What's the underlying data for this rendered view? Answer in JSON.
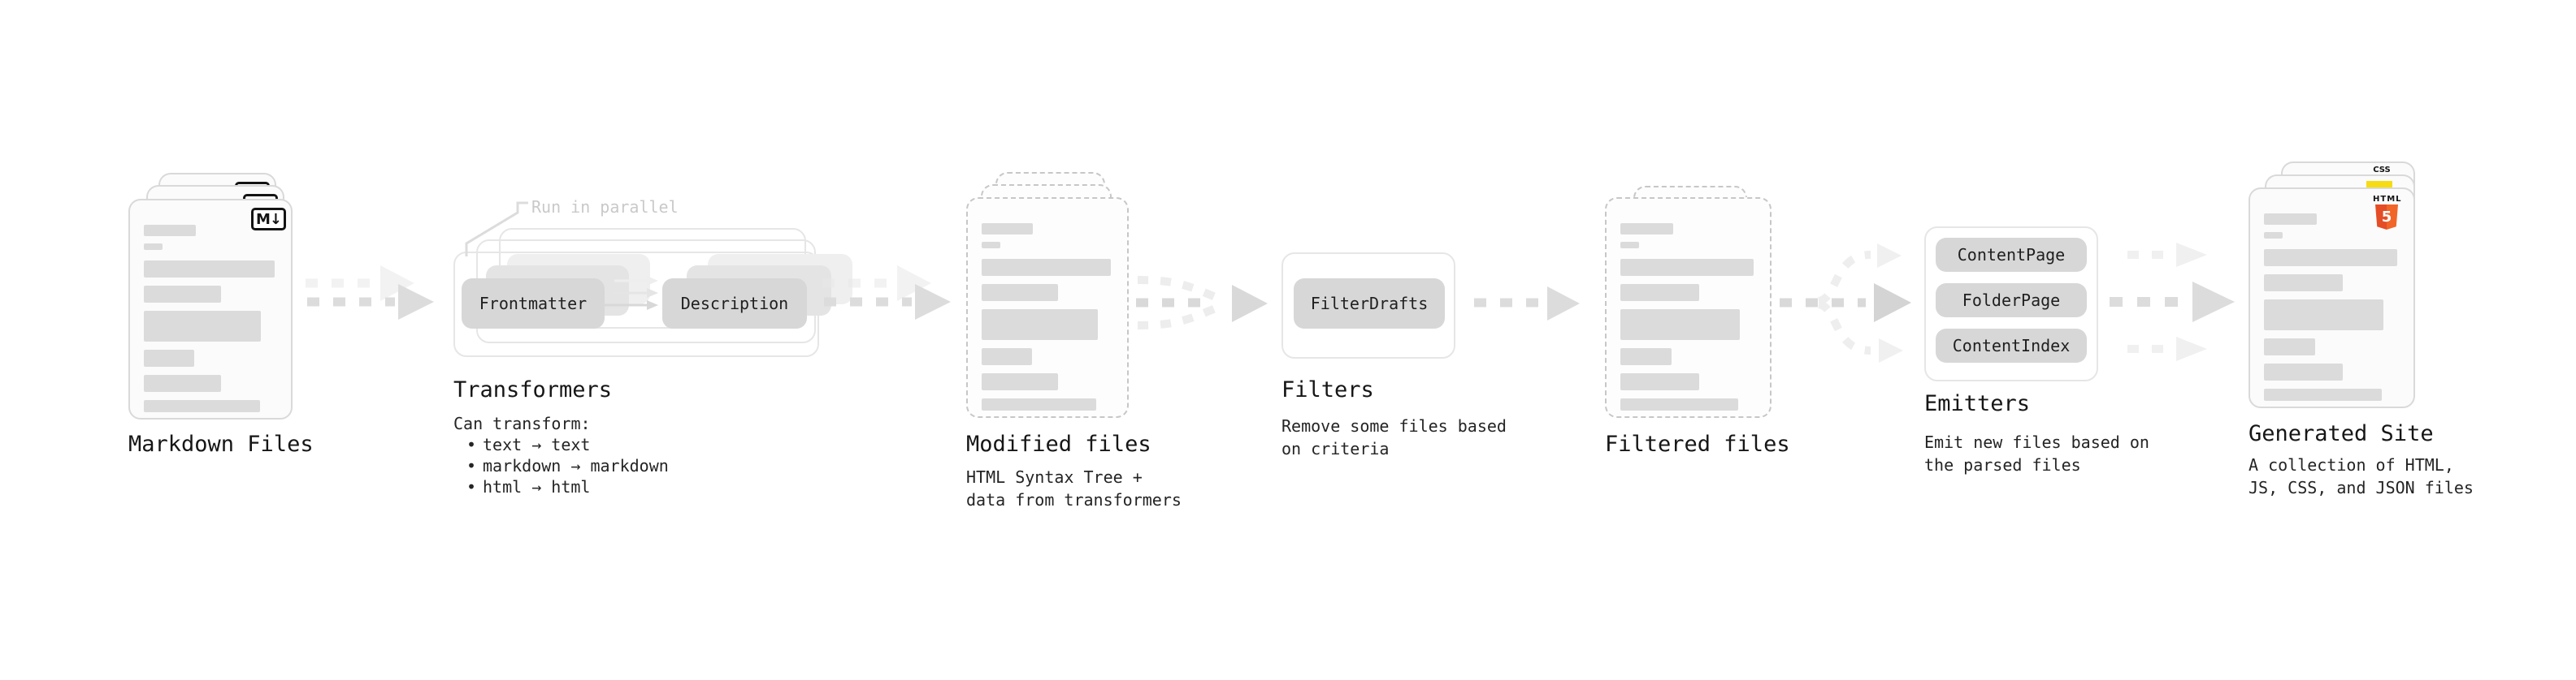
{
  "colors": {
    "html5_orange": "#e44d26",
    "html5_orange_light": "#f16529",
    "css_blue": "#2163d2",
    "js_yellow": "#f6dc11",
    "node_gray": "#d7d7d7",
    "bar_gray": "#dbdbdb",
    "text_dark": "#1c1c1c"
  },
  "stages": {
    "markdown_files": {
      "label": "Markdown Files",
      "badge": "M↓"
    },
    "transformers": {
      "label": "Transformers",
      "annotation": "Run in parallel",
      "node1": "Frontmatter",
      "node2": "Description",
      "note_title": "Can transform:",
      "bullet_char": "•",
      "bullets": [
        "text → text",
        "markdown → markdown",
        "html → html"
      ]
    },
    "modified_files": {
      "label": "Modified files",
      "note": "HTML Syntax Tree +\ndata from transformers"
    },
    "filters": {
      "label": "Filters",
      "node1": "FilterDrafts",
      "note": "Remove some files based\non criteria"
    },
    "filtered_files": {
      "label": "Filtered files"
    },
    "emitters": {
      "label": "Emitters",
      "nodes": [
        "ContentPage",
        "FolderPage",
        "ContentIndex"
      ],
      "note": "Emit new files based on\nthe parsed files"
    },
    "generated_site": {
      "label": "Generated Site",
      "note": "A collection of HTML,\nJS, CSS, and JSON files",
      "html_badge_text": "HTML",
      "html_badge_number": "5",
      "css_badge_text": "CSS"
    }
  }
}
